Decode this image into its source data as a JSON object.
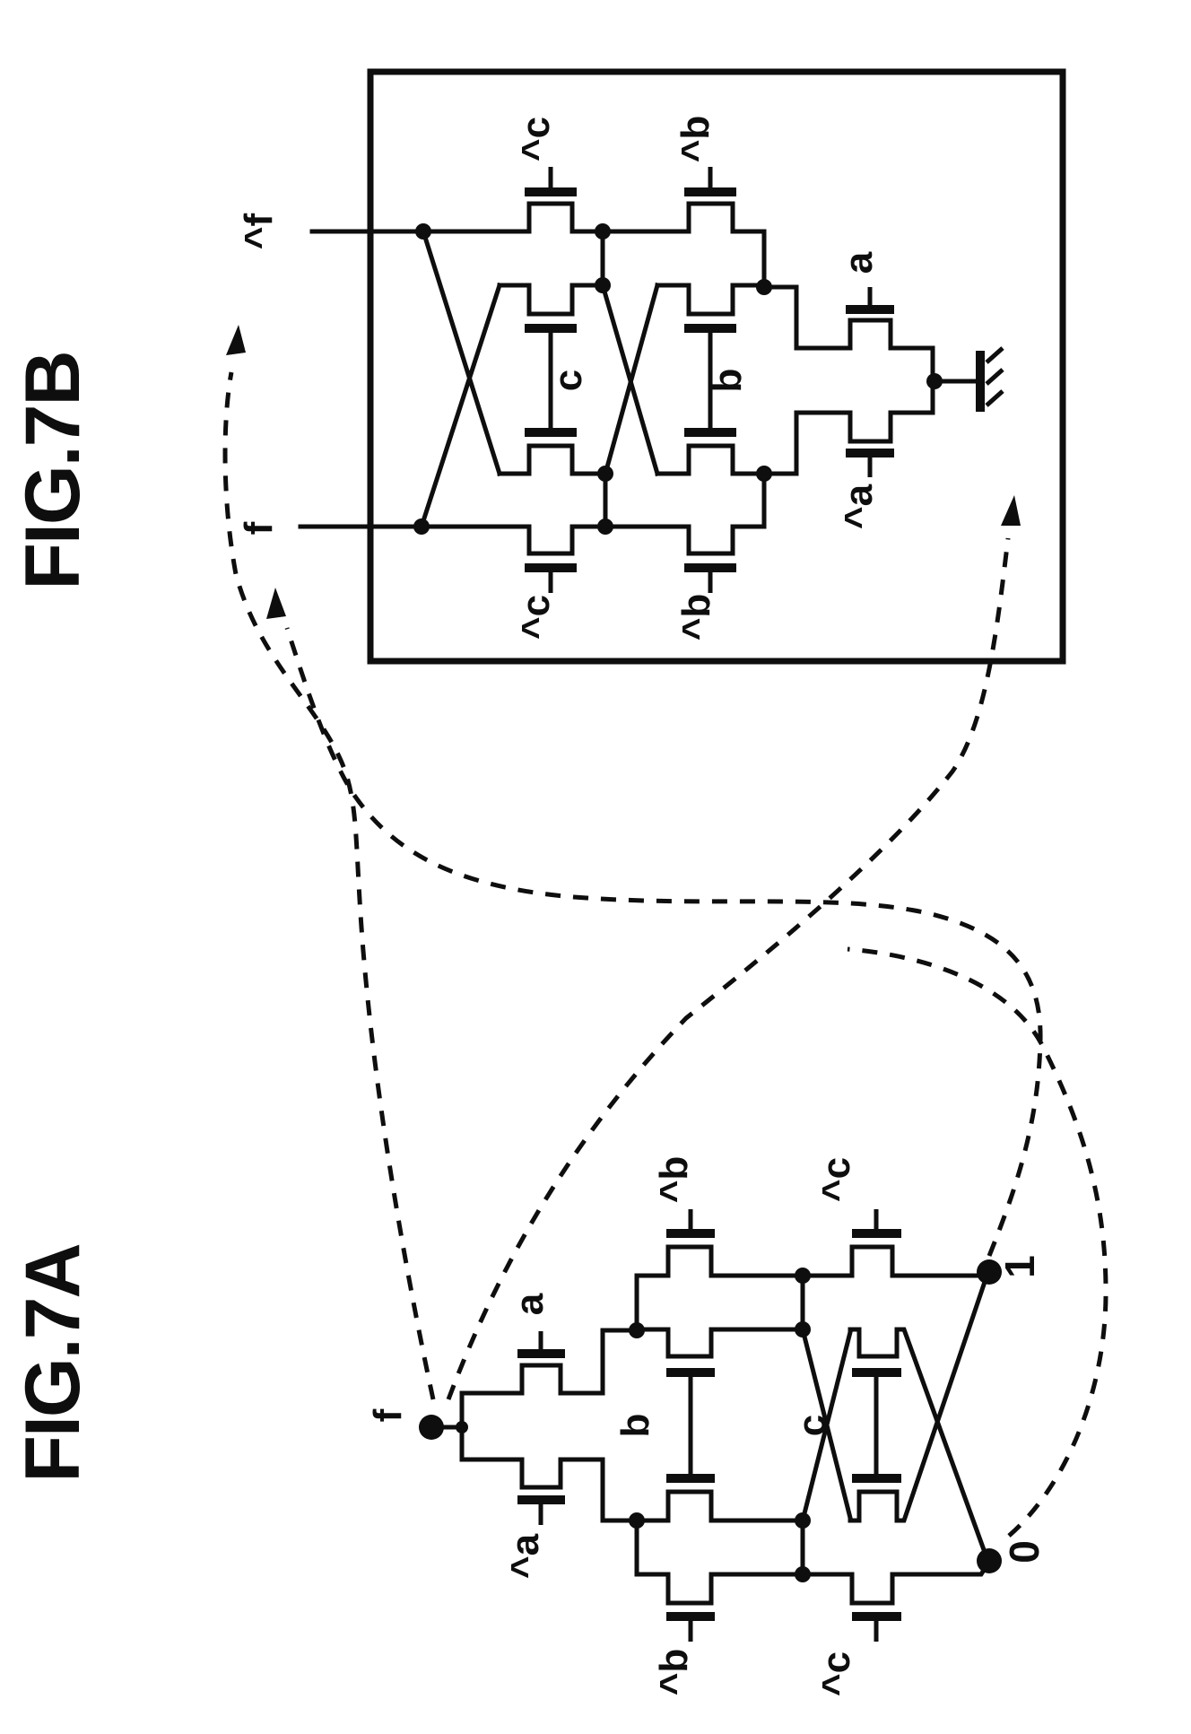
{
  "fig7b": {
    "title": "FIG.7B",
    "outputs": {
      "f_bar": "^f",
      "f": "f"
    },
    "gates": {
      "c_top": "^c",
      "b_top": "^b",
      "a_top": "a",
      "c_mid": "c",
      "b_mid": "b",
      "c_bottom": "^c",
      "b_bottom": "^b",
      "a_bottom": "^a"
    }
  },
  "fig7a": {
    "title": "FIG.7A",
    "terminals": {
      "f": "f",
      "one": "1",
      "zero": "0"
    },
    "gates": {
      "a_top": "a",
      "a_bottom": "^a",
      "b_top": "^b",
      "b_mid": "b",
      "b_bottom": "^b",
      "c_top": "^c",
      "c_mid": "c",
      "c_bottom": "^c"
    }
  }
}
